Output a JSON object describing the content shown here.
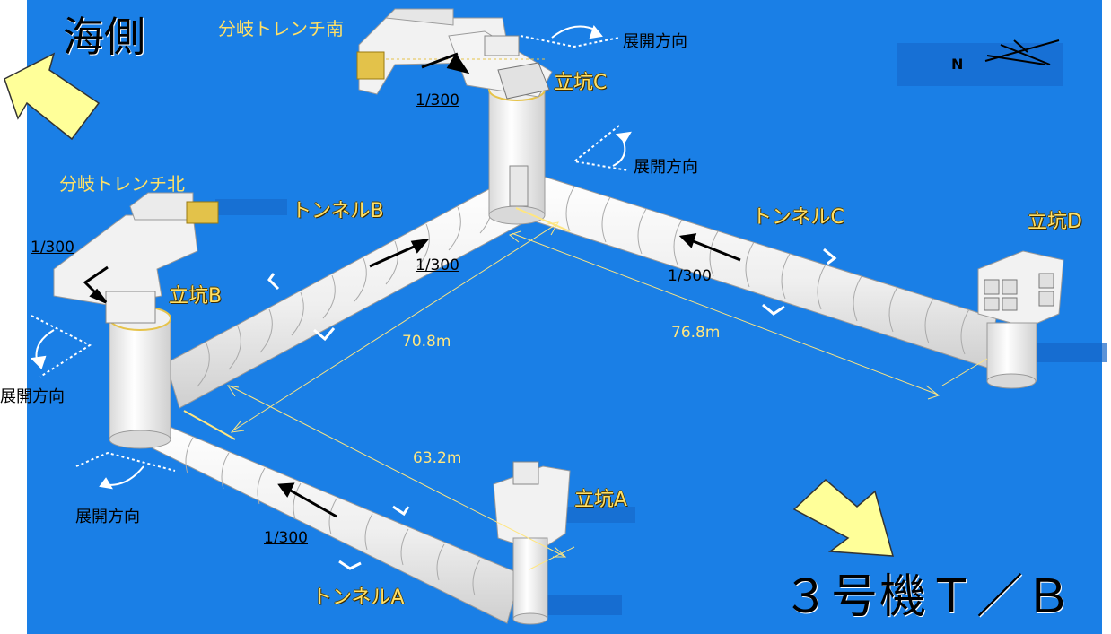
{
  "labels": {
    "sea_side": "海側",
    "unit3": "３号機Ｔ／Ｂ",
    "north": "N",
    "branch_south": "分岐トレンチ南",
    "branch_north": "分岐トレンチ北",
    "tunnel_a": "トンネルA",
    "tunnel_b": "トンネルB",
    "tunnel_c": "トンネルC",
    "shaft_a": "立坑A",
    "shaft_b": "立坑B",
    "shaft_c": "立坑C",
    "shaft_d": "立坑D",
    "develop_dir_1": "展開方向",
    "develop_dir_2": "展開方向",
    "develop_dir_3": "展開方向",
    "develop_dir_4": "展開方向",
    "gradient_1": "1/300",
    "gradient_2": "1/300",
    "gradient_3": "1/300",
    "gradient_4": "1/300",
    "gradient_5": "1/300",
    "dim_708": "70.8m",
    "dim_768": "76.8m",
    "dim_632": "63.2m"
  },
  "colors": {
    "background": "#1a7fe6",
    "label_yellow": "#ffe066",
    "arrow_yellow": "#ffff99",
    "structure": "#f4f4f4"
  }
}
